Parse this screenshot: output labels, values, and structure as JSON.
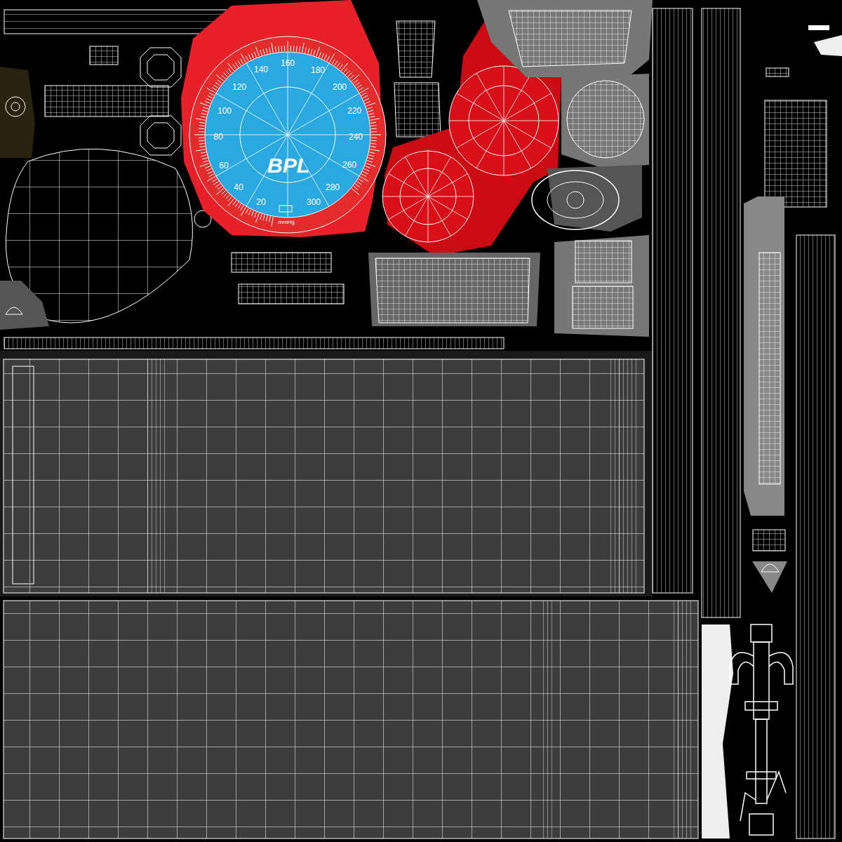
{
  "diagram": {
    "labels": [
      "20",
      "40",
      "60",
      "80",
      "100",
      "120",
      "140",
      "160",
      "180",
      "200",
      "220",
      "240",
      "260",
      "280",
      "300",
      "BPL",
      "mmHg"
    ]
  }
}
